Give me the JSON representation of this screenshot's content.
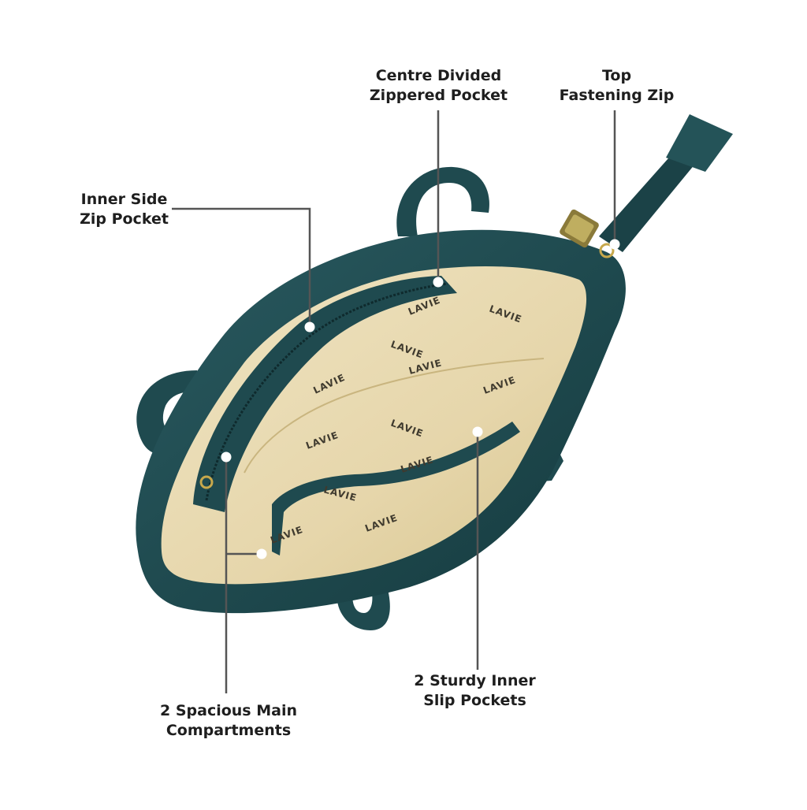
{
  "brand": {
    "lining_text": "LAVIE"
  },
  "colors": {
    "bag_teal": "#1f4a4f",
    "bag_teal_dark": "#143539",
    "lining_beige": "#e9dcb6",
    "callout_line": "#555555",
    "text": "#1e1e1e"
  },
  "callouts": [
    {
      "line1": "Centre Divided",
      "line2": "Zippered Pocket"
    },
    {
      "line1": "Top",
      "line2": "Fastening Zip"
    },
    {
      "line1": "Inner Side",
      "line2": "Zip Pocket"
    },
    {
      "line1": "2 Sturdy Inner",
      "line2": "Slip Pockets"
    },
    {
      "line1": "2 Spacious Main",
      "line2": "Compartments"
    }
  ]
}
